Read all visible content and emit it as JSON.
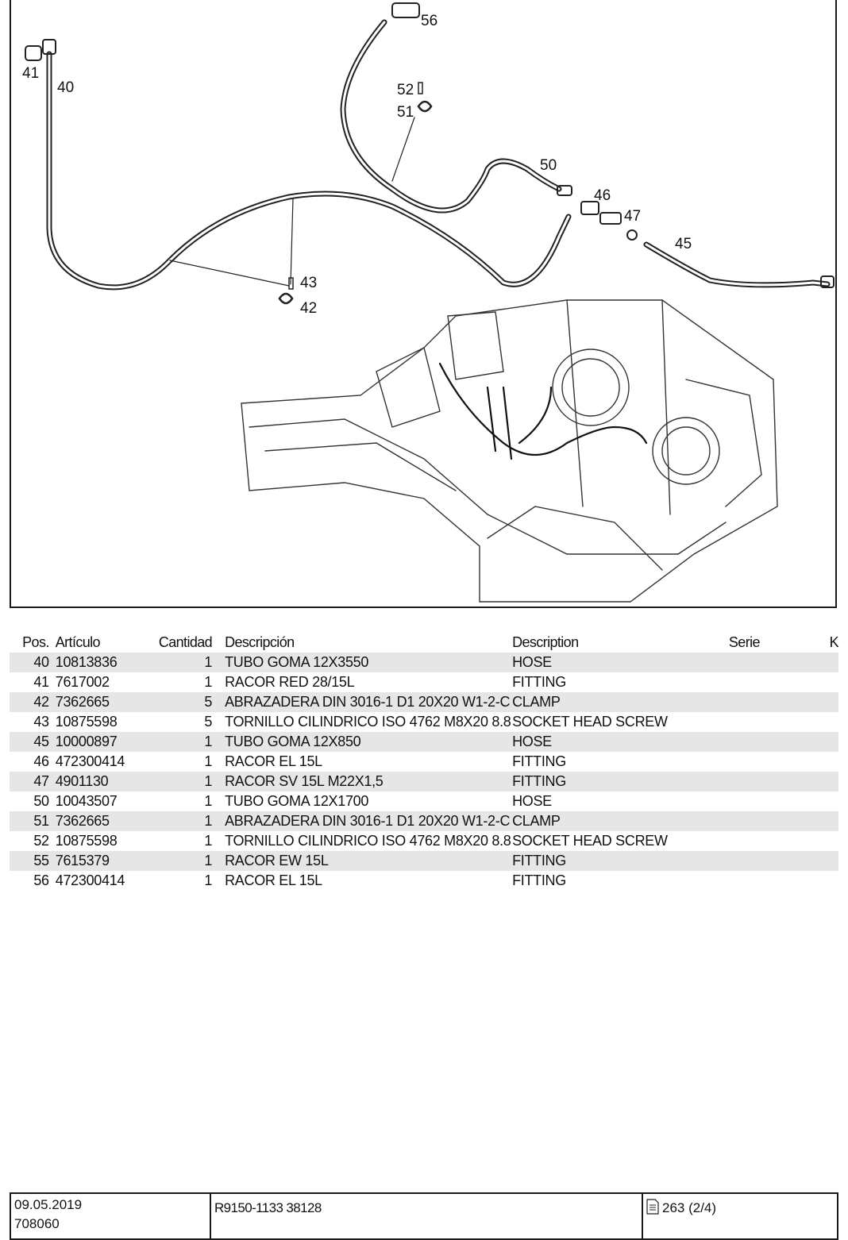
{
  "diagram": {
    "callouts": [
      "56",
      "41",
      "40",
      "52",
      "51",
      "50",
      "46",
      "47",
      "45",
      "43",
      "42"
    ]
  },
  "table": {
    "headers": {
      "pos": "Pos.",
      "articulo": "Artículo",
      "cantidad": "Cantidad",
      "descripcion": "Descripción",
      "description": "Description",
      "serie": "Serie",
      "k": "K"
    },
    "rows": [
      {
        "pos": "40",
        "articulo": "10813836",
        "cantidad": "1",
        "descripcion": "TUBO GOMA 12X3550",
        "description": "HOSE"
      },
      {
        "pos": "41",
        "articulo": "7617002",
        "cantidad": "1",
        "descripcion": "RACOR RED 28/15L",
        "description": "FITTING"
      },
      {
        "pos": "42",
        "articulo": "7362665",
        "cantidad": "5",
        "descripcion": "ABRAZADERA DIN 3016-1 D1 20X20 W1-2-C",
        "description": "CLAMP"
      },
      {
        "pos": "43",
        "articulo": "10875598",
        "cantidad": "5",
        "descripcion": "TORNILLO CILINDRICO ISO 4762 M8X20 8.8",
        "description": "SOCKET HEAD SCREW"
      },
      {
        "pos": "45",
        "articulo": "10000897",
        "cantidad": "1",
        "descripcion": "TUBO GOMA 12X850",
        "description": "HOSE"
      },
      {
        "pos": "46",
        "articulo": "472300414",
        "cantidad": "1",
        "descripcion": "RACOR EL 15L",
        "description": "FITTING"
      },
      {
        "pos": "47",
        "articulo": "4901130",
        "cantidad": "1",
        "descripcion": "RACOR SV 15L M22X1,5",
        "description": "FITTING"
      },
      {
        "pos": "50",
        "articulo": "10043507",
        "cantidad": "1",
        "descripcion": "TUBO GOMA 12X1700",
        "description": "HOSE"
      },
      {
        "pos": "51",
        "articulo": "7362665",
        "cantidad": "1",
        "descripcion": "ABRAZADERA DIN 3016-1 D1 20X20 W1-2-C",
        "description": "CLAMP"
      },
      {
        "pos": "52",
        "articulo": "10875598",
        "cantidad": "1",
        "descripcion": "TORNILLO CILINDRICO ISO 4762 M8X20 8.8",
        "description": "SOCKET HEAD SCREW"
      },
      {
        "pos": "55",
        "articulo": "7615379",
        "cantidad": "1",
        "descripcion": "RACOR EW 15L",
        "description": "FITTING"
      },
      {
        "pos": "56",
        "articulo": "472300414",
        "cantidad": "1",
        "descripcion": "RACOR EL 15L",
        "description": "FITTING"
      }
    ]
  },
  "footer": {
    "date": "09.05.2019",
    "code": "708060",
    "doc_id": "R9150-1133 38128",
    "page": "263 (2/4)",
    "page_icon": "document-icon"
  }
}
